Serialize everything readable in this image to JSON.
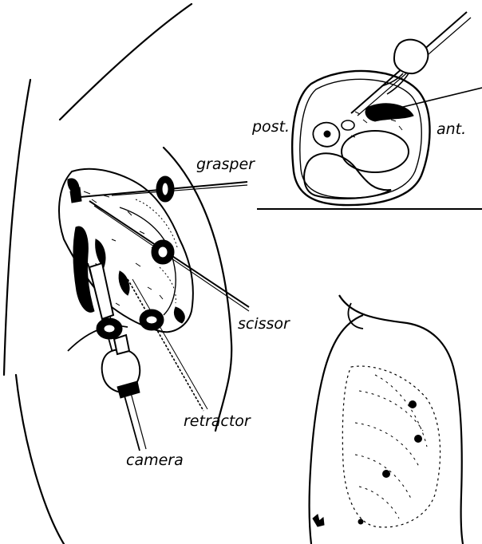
{
  "labels": {
    "grasper": "grasper",
    "scissor": "scissor",
    "retractor": "retractor",
    "camera": "camera",
    "posterior": "post.",
    "anterior": "ant."
  },
  "colors": {
    "ink": "#000000",
    "paper": "#ffffff"
  },
  "instruments": [
    "grasper",
    "scissor",
    "retractor",
    "camera"
  ],
  "port_marks_count": 4
}
